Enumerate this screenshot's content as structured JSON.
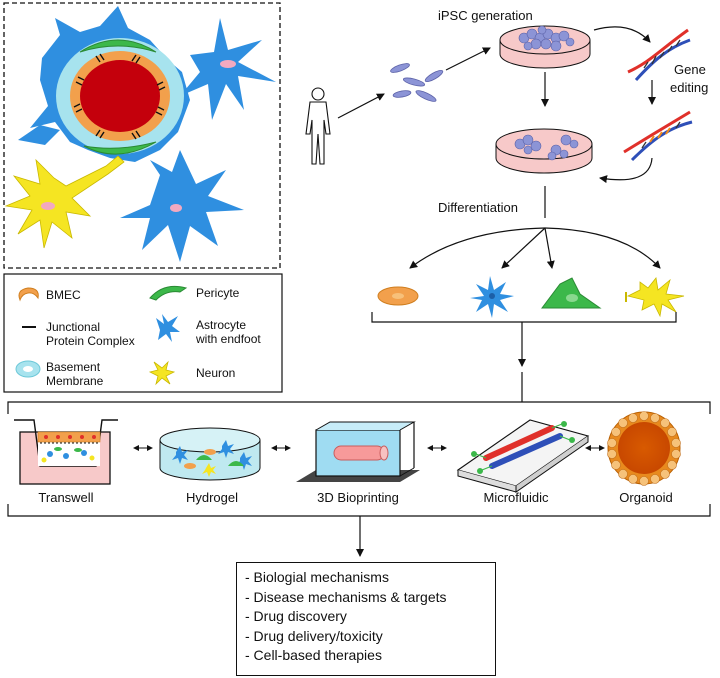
{
  "top_right": {
    "ipsc_label": "iPSC generation",
    "gene_editing_line1": "Gene",
    "gene_editing_line2": "editing",
    "differentiation_label": "Differentiation"
  },
  "legend": {
    "items": [
      {
        "label": "BMEC"
      },
      {
        "label": "Pericyte"
      },
      {
        "label": "Junctional\nProtein Complex"
      },
      {
        "label": "Astrocyte\nwith endfoot"
      },
      {
        "label": "Basement\nMembrane"
      },
      {
        "label": "Neuron"
      }
    ]
  },
  "models": [
    {
      "label": "Transwell"
    },
    {
      "label": "Hydrogel"
    },
    {
      "label": "3D Bioprinting"
    },
    {
      "label": "Microfluidic"
    },
    {
      "label": "Organoid"
    }
  ],
  "applications": [
    "- Biologial mechanisms",
    "- Disease mechanisms & targets",
    "- Drug discovery",
    "- Drug delivery/toxicity",
    "- Cell-based therapies"
  ],
  "colors": {
    "astrocyte": "#2f8fe0",
    "neuron": "#f5e522",
    "pericyte": "#3cb84a",
    "bmec": "#f2a04c",
    "basement_membrane": "#a7e3ee",
    "lumen": "#c4000c",
    "dish": "#f7c9c9",
    "ipsc_cell": "#8c94d6",
    "red_channel": "#e0302a",
    "blue_channel": "#2e4fb8"
  }
}
